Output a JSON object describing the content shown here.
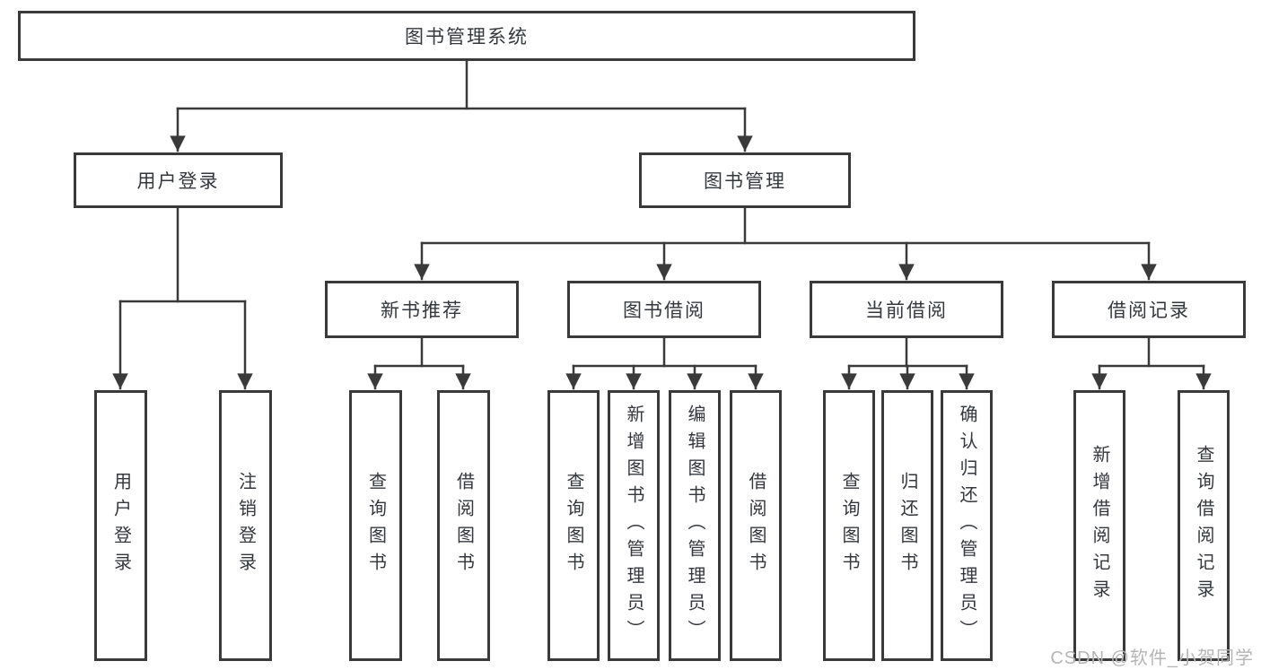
{
  "diagram": {
    "root": {
      "label": "图书管理系统"
    },
    "level2": [
      {
        "id": "user-login",
        "label": "用户登录"
      },
      {
        "id": "book-management",
        "label": "图书管理"
      }
    ],
    "level3": [
      {
        "id": "new-book-recommendation",
        "label": "新书推荐"
      },
      {
        "id": "book-borrowing",
        "label": "图书借阅"
      },
      {
        "id": "current-borrowing",
        "label": "当前借阅"
      },
      {
        "id": "borrowing-records",
        "label": "借阅记录"
      }
    ],
    "leaves": [
      {
        "parent": "用户登录",
        "label": "用户登录"
      },
      {
        "parent": "用户登录",
        "label": "注销登录"
      },
      {
        "parent": "新书推荐",
        "label": "查询图书"
      },
      {
        "parent": "新书推荐",
        "label": "借阅图书"
      },
      {
        "parent": "图书借阅",
        "label": "查询图书"
      },
      {
        "parent": "图书借阅",
        "label": "新增图书（管理员）"
      },
      {
        "parent": "图书借阅",
        "label": "编辑图书（管理员）"
      },
      {
        "parent": "图书借阅",
        "label": "借阅图书"
      },
      {
        "parent": "当前借阅",
        "label": "查询图书"
      },
      {
        "parent": "当前借阅",
        "label": "归还图书"
      },
      {
        "parent": "当前借阅",
        "label": "确认归还（管理员）"
      },
      {
        "parent": "借阅记录",
        "label": "新增借阅记录"
      },
      {
        "parent": "借阅记录",
        "label": "查询借阅记录"
      }
    ]
  },
  "watermark": "CSDN @软件_小贺同学",
  "colors": {
    "line": "#3a3a3a",
    "box_border": "#3a3a3a",
    "text": "#34373c",
    "watermark": "#b5b5b5",
    "background": "#ffffff"
  }
}
